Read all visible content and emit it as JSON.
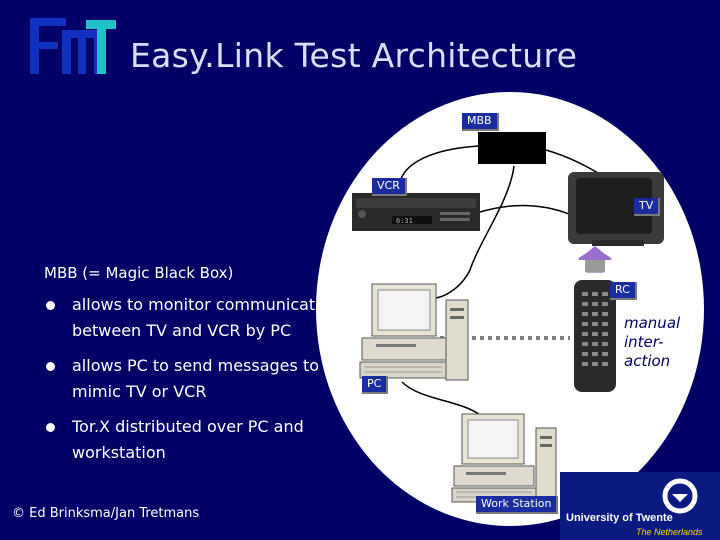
{
  "title": "Easy.Link Test Architecture",
  "labels": {
    "mbb": "MBB",
    "vcr": "VCR",
    "tv": "TV",
    "rc": "RC",
    "pc": "PC",
    "workstation": "Work Station"
  },
  "heading": "MBB (= Magic Black Box)",
  "bullets": [
    "allows to monitor communication between TV and VCR by PC",
    "allows PC to send messages to mimic TV or VCR",
    "Tor.X distributed over PC and workstation"
  ],
  "manual_interaction": "manual inter-action",
  "footer": "© Ed Brinksma/Jan Tretmans",
  "university": {
    "name": "University of Twente",
    "country": "The Netherlands"
  },
  "colors": {
    "background": "#000066",
    "label_box": "#1a2da0",
    "ellipse": "#ffffff"
  }
}
